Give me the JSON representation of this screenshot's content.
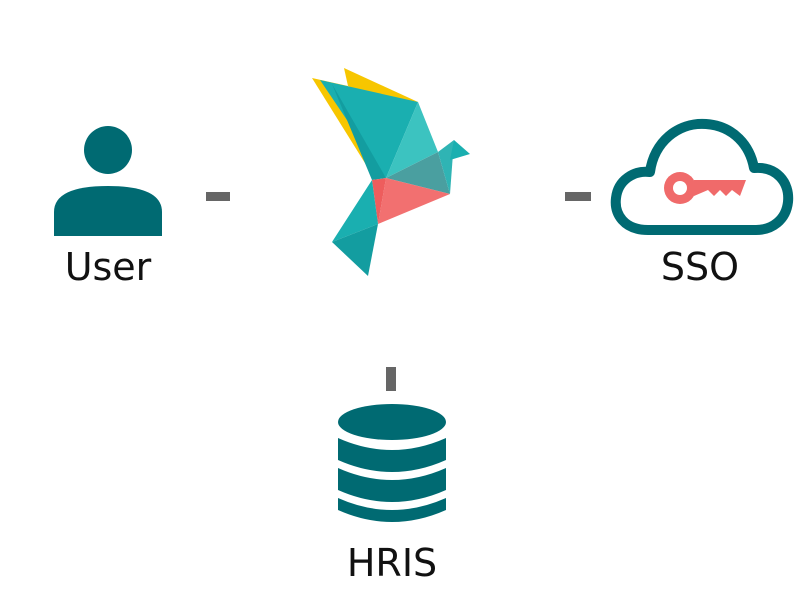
{
  "nodes": {
    "user": {
      "label": "User",
      "icon": "user-icon"
    },
    "center": {
      "icon": "origami-bird-logo"
    },
    "sso": {
      "label": "SSO",
      "icon": "cloud-key-icon"
    },
    "hris": {
      "label": "HRIS",
      "icon": "database-icon"
    }
  },
  "colors": {
    "primary_teal": "#006a72",
    "accent_coral": "#f06a6a",
    "connector_gray": "#666666",
    "bird_teal": "#1aafb0",
    "bird_light_teal": "#3cc3c0",
    "bird_yellow": "#f7c600",
    "bird_coral": "#f27070"
  }
}
